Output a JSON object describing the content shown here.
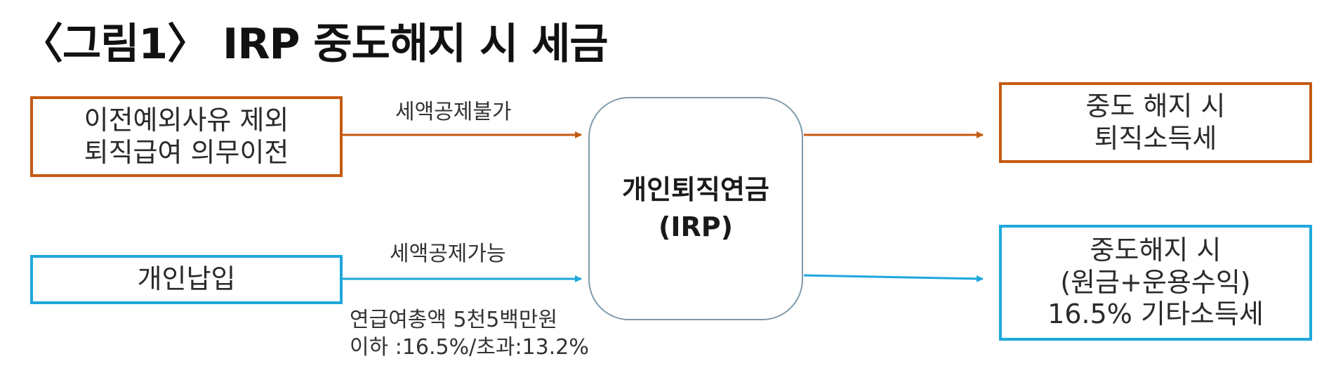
{
  "title": "〈그림1〉 IRP 중도해지 시 세금",
  "left_top_box": {
    "line1": "이전예외사유 제외",
    "line2": "퇴직급여 의무이전"
  },
  "left_bottom_box": {
    "line1": "개인납입"
  },
  "center_node": {
    "line1": "개인퇴직연금",
    "line2": "(IRP)"
  },
  "right_top_box": {
    "line1": "중도 해지 시",
    "line2": "퇴직소득세"
  },
  "right_bottom_box": {
    "line1": "중도해지 시",
    "line2": "(원금+운용수익)",
    "line3": "16.5% 기타소득세"
  },
  "edge_labels": {
    "top": "세액공제불가",
    "bottom": "세액공제가능"
  },
  "note": {
    "line1": "연급여총액 5천5백만원",
    "line2": "이하 :16.5%/초과:13.2%"
  },
  "colors": {
    "orange": "#c55a11",
    "blue": "#1ea7dc",
    "center_border": "#7f9aab"
  }
}
